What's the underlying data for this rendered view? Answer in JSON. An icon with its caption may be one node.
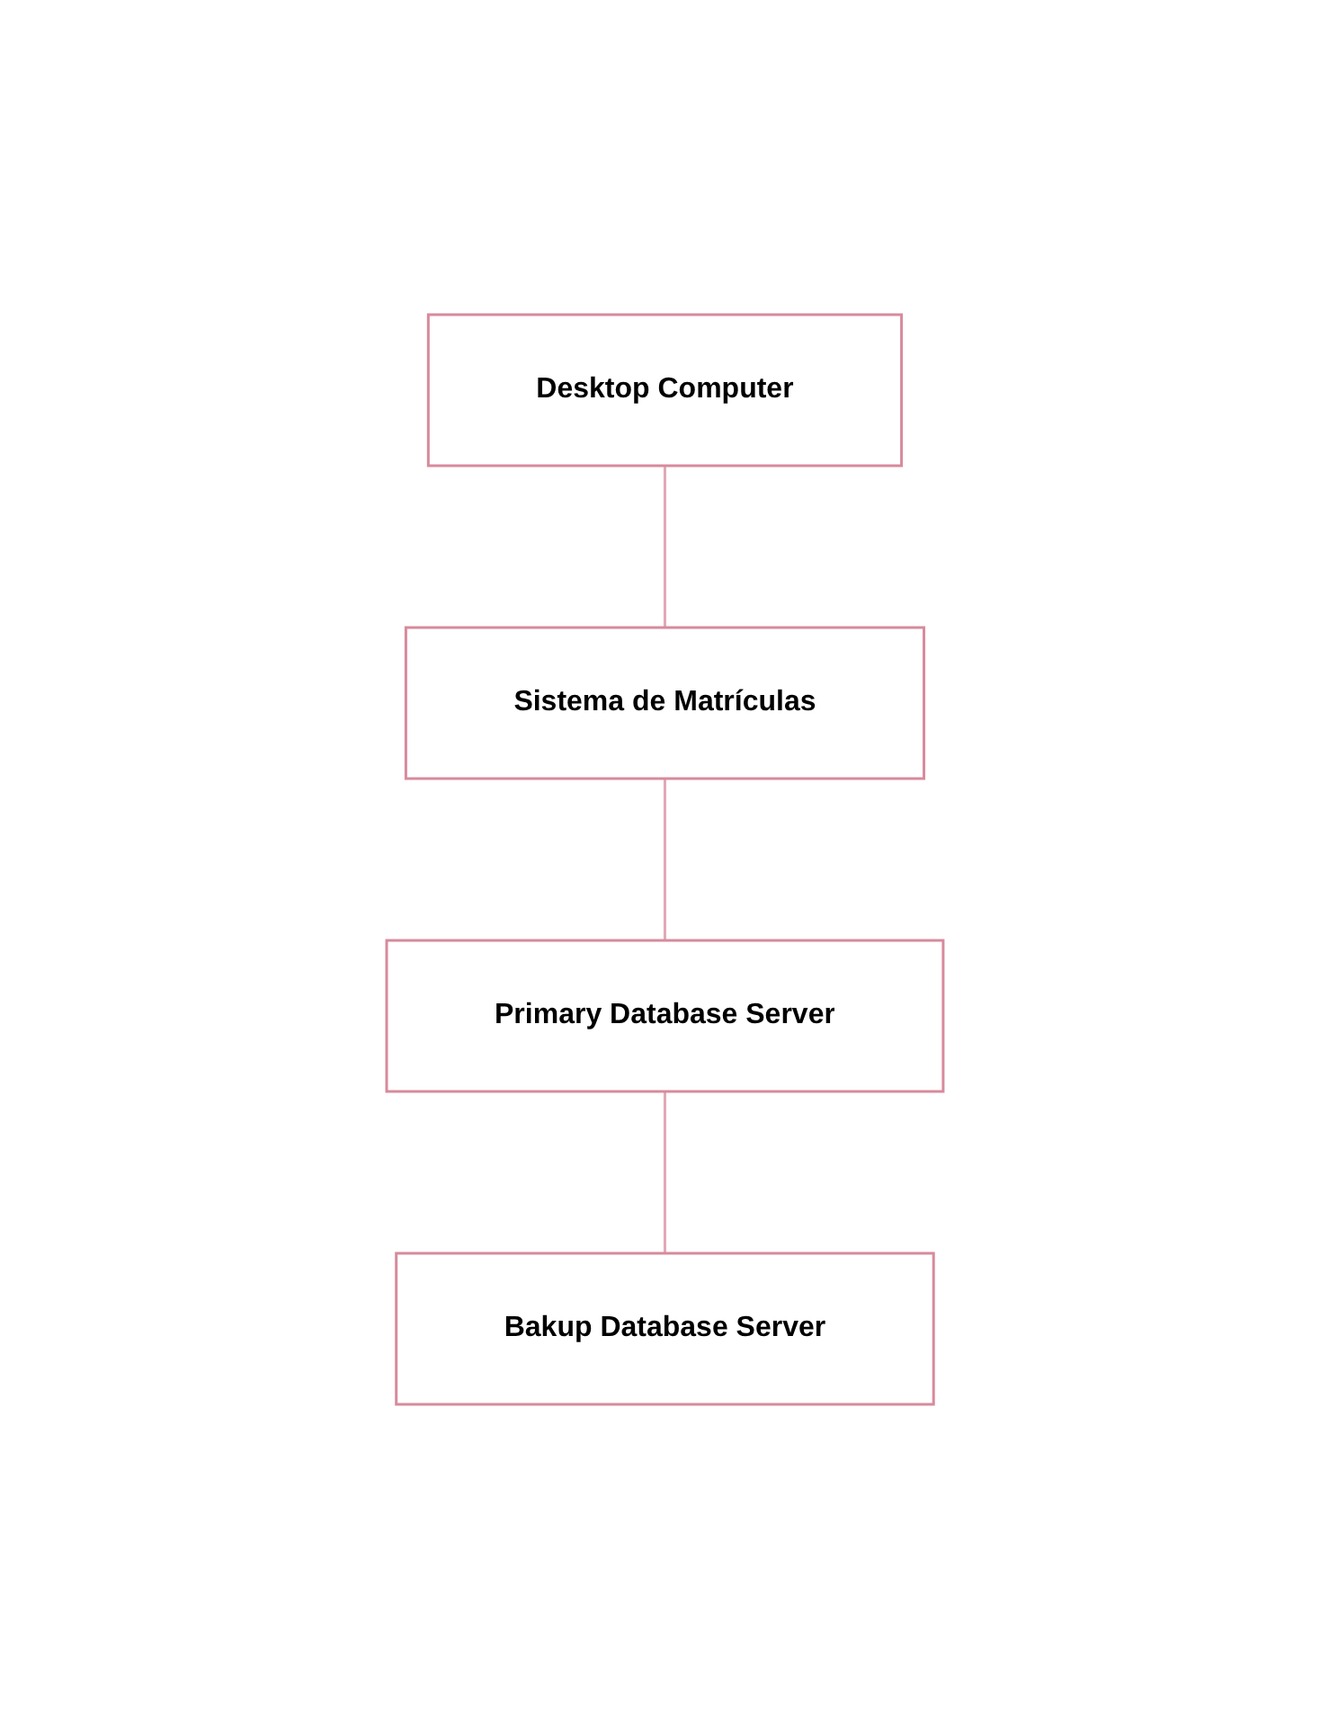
{
  "diagram": {
    "nodes": [
      {
        "text": [
          "Desktop Computer"
        ]
      },
      {
        "text": [
          "Sistema de Matrículas"
        ]
      },
      {
        "text": [
          "Primary Database Server"
        ]
      },
      {
        "text": [
          "Bakup Database Server"
        ]
      }
    ],
    "edges": [
      {
        "from": 0,
        "to": 1,
        "arrow": "none"
      },
      {
        "from": 1,
        "to": 2,
        "arrow": "none"
      },
      {
        "from": 2,
        "to": 3,
        "arrow": "none"
      }
    ]
  }
}
